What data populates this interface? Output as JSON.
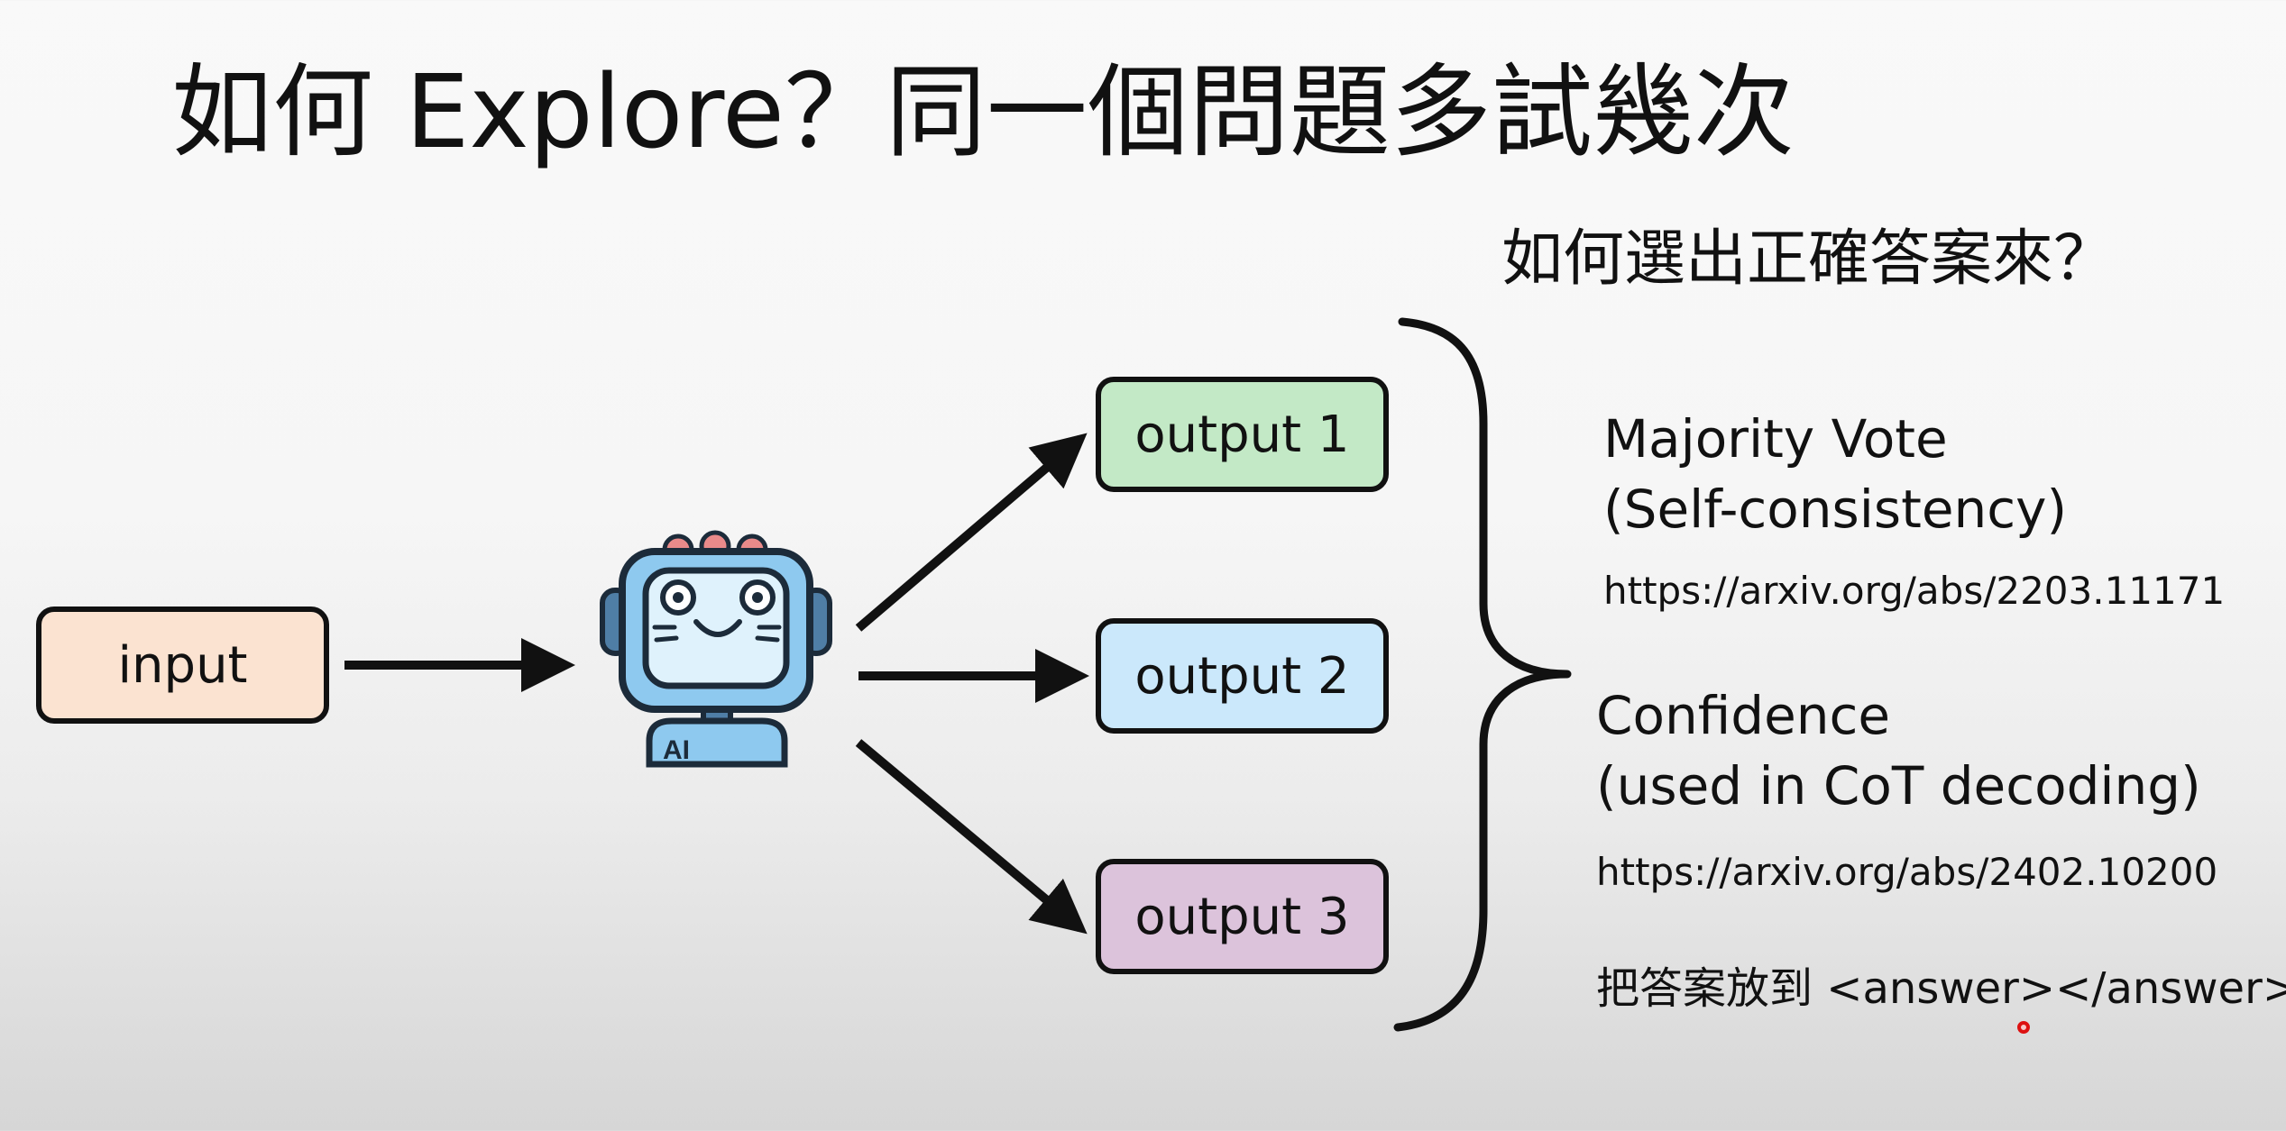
{
  "slide": {
    "title": "如何 Explore？同一個問題多試幾次",
    "question": "如何選出正確答案來？"
  },
  "diagram": {
    "input_label": "input",
    "model_icon_text": "AI",
    "outputs": [
      "output 1",
      "output 2",
      "output 3"
    ],
    "colors": {
      "input": "#fbe3d1",
      "output_1": "#c3e9c6",
      "output_2": "#cbe8fb",
      "output_3": "#dcc3db",
      "robot_body": "#8ec9ef",
      "robot_dark": "#1c2b3a"
    }
  },
  "methods": [
    {
      "title_line1": "Majority Vote",
      "title_line2": "(Self-consistency)",
      "url": "https://arxiv.org/abs/2203.11171"
    },
    {
      "title_line1": "Confidence",
      "title_line2": "(used in CoT decoding)",
      "url": "https://arxiv.org/abs/2402.10200"
    }
  ],
  "note": "把答案放到 <answer></answer>"
}
